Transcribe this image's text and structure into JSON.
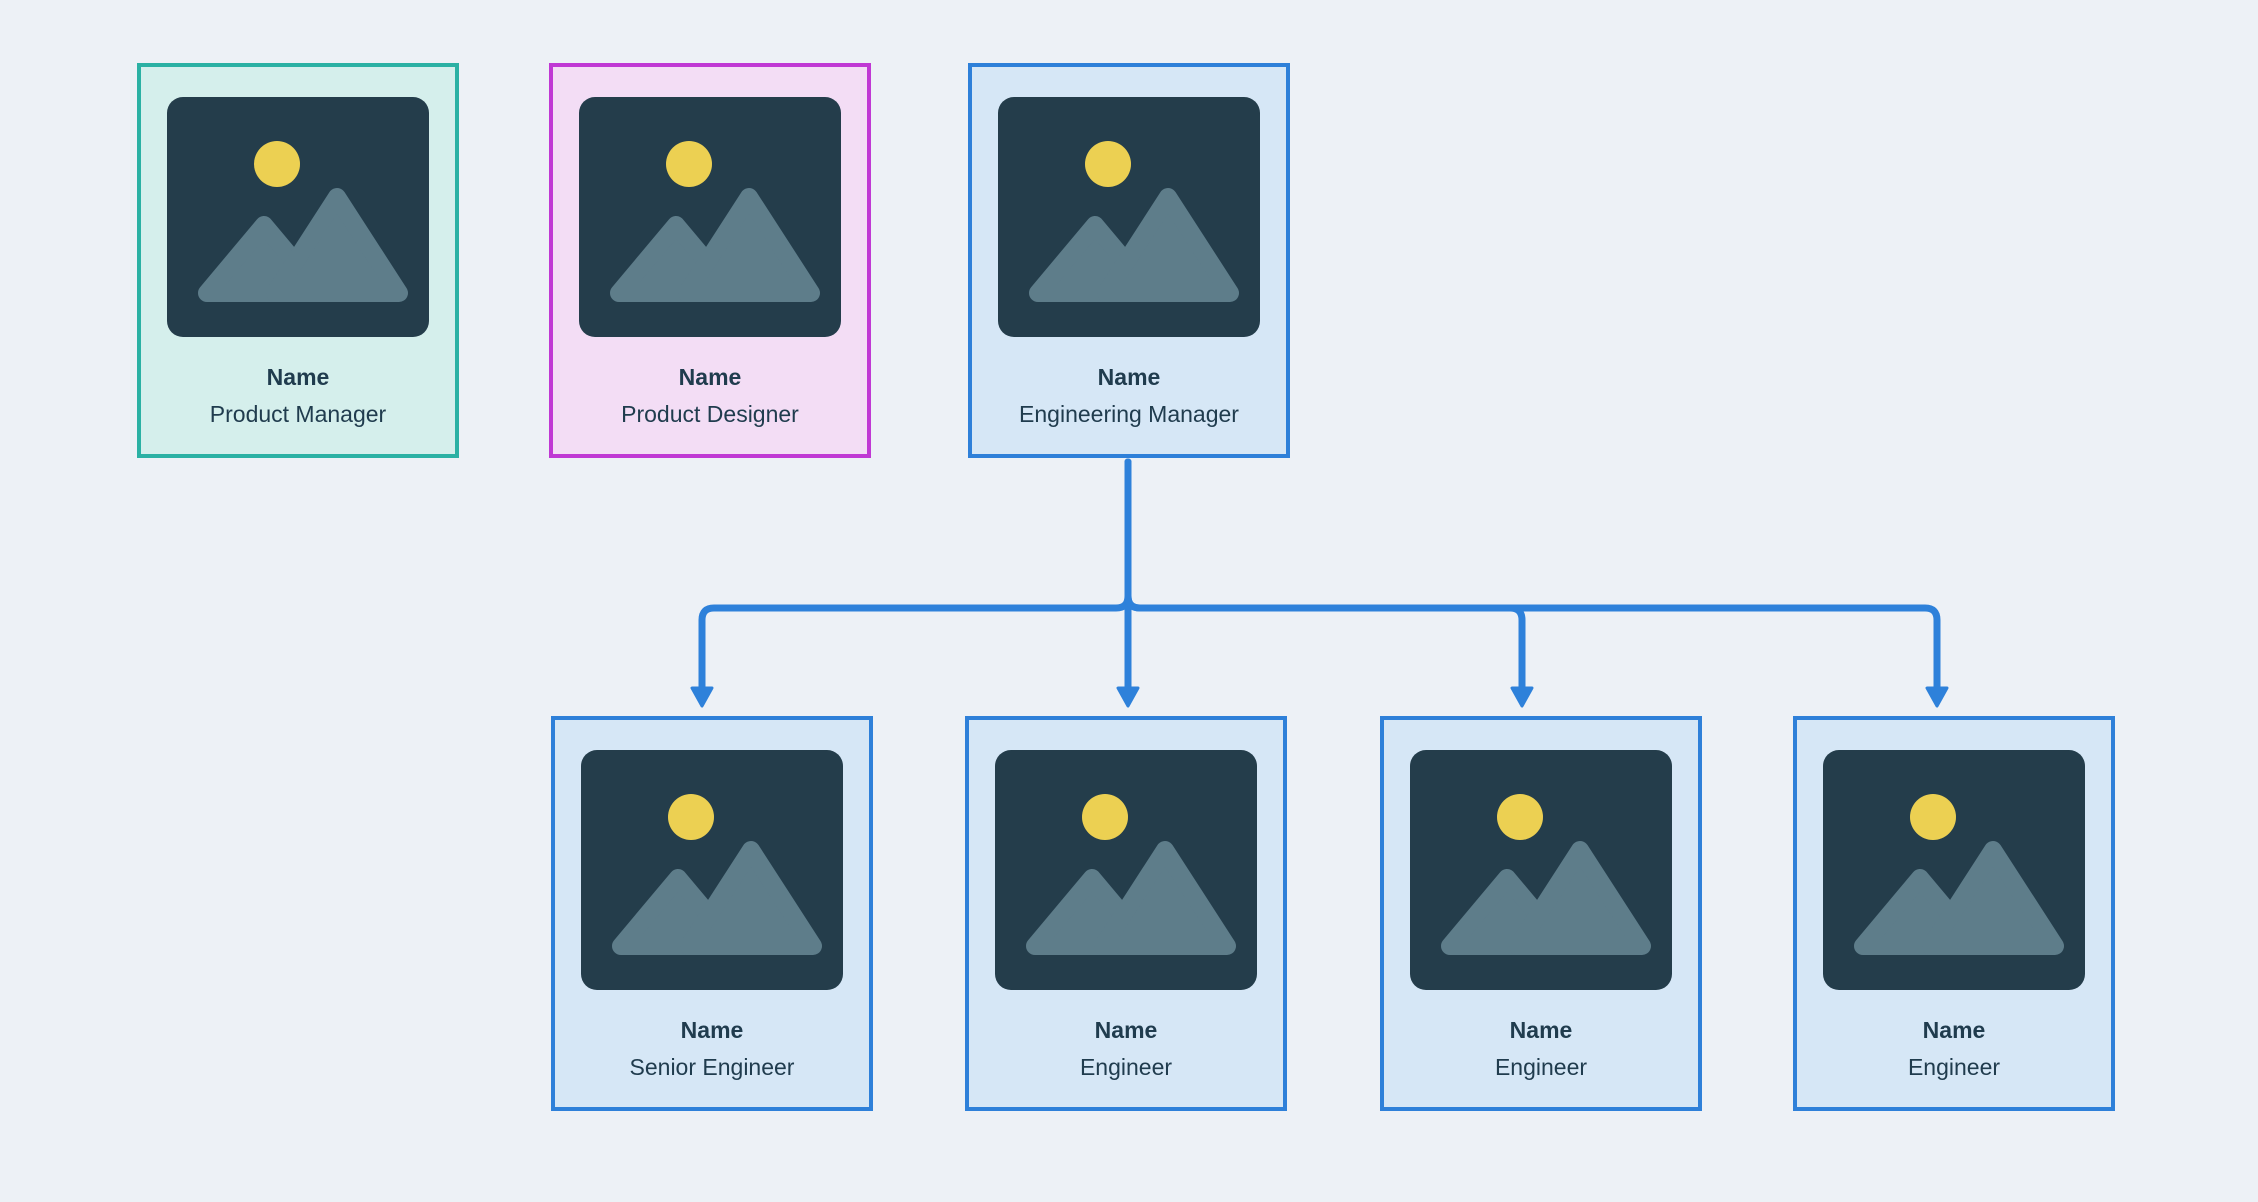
{
  "colors": {
    "canvas-bg": "#edf1f6",
    "connector": "#2e81da",
    "teal-border": "#2bb1a4",
    "teal-bg": "#d5efec",
    "pink-border": "#c038d4",
    "pink-bg": "#f3ddf5",
    "blue-border": "#2e80d9",
    "blue-bg": "#d6e7f6",
    "image-bg": "#243d4b",
    "sun": "#ecd052",
    "mountain": "#5e7d8a",
    "text": "#203c4e"
  },
  "cards": [
    {
      "name": "Name",
      "role": "Product Manager",
      "theme": "teal"
    },
    {
      "name": "Name",
      "role": "Product Designer",
      "theme": "pink"
    },
    {
      "name": "Name",
      "role": "Engineering Manager",
      "theme": "blue"
    },
    {
      "name": "Name",
      "role": "Senior Engineer",
      "theme": "blue"
    },
    {
      "name": "Name",
      "role": "Engineer",
      "theme": "blue"
    },
    {
      "name": "Name",
      "role": "Engineer",
      "theme": "blue"
    },
    {
      "name": "Name",
      "role": "Engineer",
      "theme": "blue"
    }
  ],
  "connections": [
    {
      "from": "Engineering Manager",
      "to": "Senior Engineer"
    },
    {
      "from": "Engineering Manager",
      "to": "Engineer"
    },
    {
      "from": "Engineering Manager",
      "to": "Engineer"
    },
    {
      "from": "Engineering Manager",
      "to": "Engineer"
    }
  ]
}
